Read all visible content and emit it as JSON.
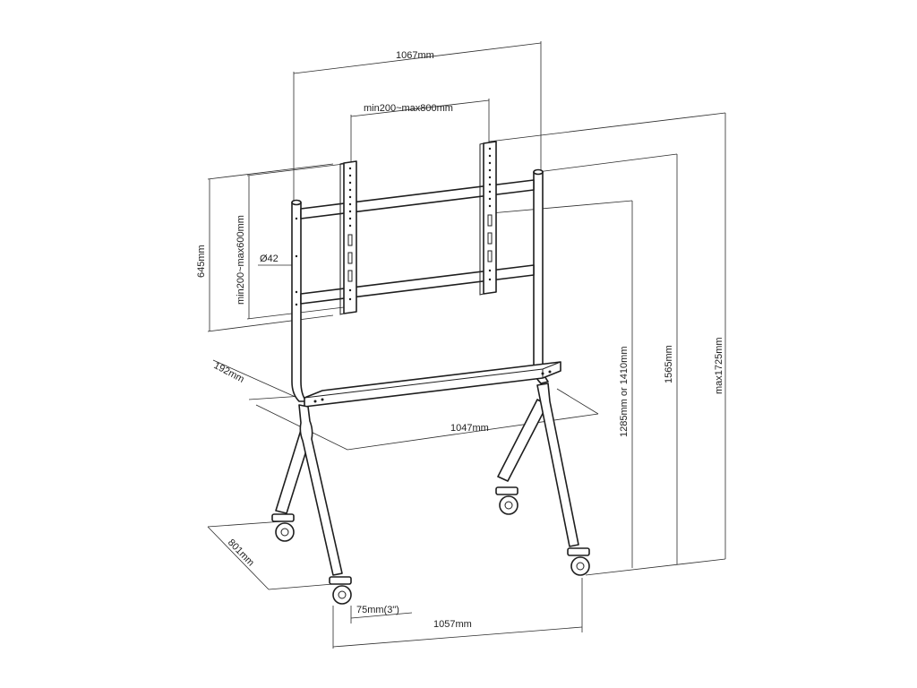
{
  "labels": {
    "overall_width": "1067mm",
    "vesa_width": "min200~max800mm",
    "vesa_height": "min200~max600mm",
    "frame_height": "645mm",
    "pole_diameter": "Ø42",
    "shelf_depth": "192mm",
    "shelf_width": "1047mm",
    "height_low": "1285mm or 1410mm",
    "height_mid": "1565mm",
    "height_max": "max1725mm",
    "base_depth": "801mm",
    "caster": "75mm(3\")",
    "base_width": "1057mm"
  }
}
